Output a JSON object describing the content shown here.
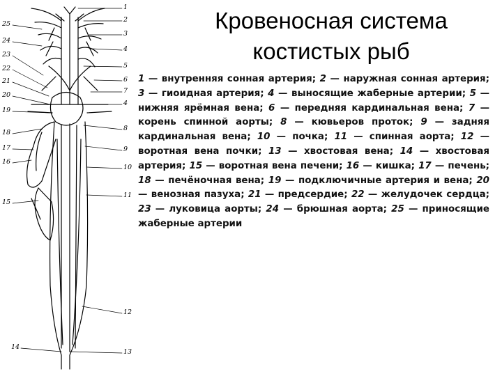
{
  "title": {
    "line1": "Кровеносная система",
    "line2": "костистых рыб"
  },
  "caption": {
    "items": [
      {
        "num": "1",
        "text": "внутренняя сонная артерия;"
      },
      {
        "num": "2",
        "text": "наружная сонная артерия;"
      },
      {
        "num": "3",
        "text": "гиоидная артерия;"
      },
      {
        "num": "4",
        "text": "выносящие жаберные артерии;"
      },
      {
        "num": "5",
        "text": "нижняя ярёмная вена;"
      },
      {
        "num": "6",
        "text": "передняя кардинальная вена;"
      },
      {
        "num": "7",
        "text": "корень спинной аорты;"
      },
      {
        "num": "8",
        "text": "кювьеров проток;"
      },
      {
        "num": "9",
        "text": "задняя кардинальная вена;"
      },
      {
        "num": "10",
        "text": "почка;"
      },
      {
        "num": "11",
        "text": "спинная аорта;"
      },
      {
        "num": "12",
        "text": "воротная вена почки;"
      },
      {
        "num": "13",
        "text": "хвостовая вена;"
      },
      {
        "num": "14",
        "text": "хвостовая артерия;"
      },
      {
        "num": "15",
        "text": "воротная вена печени;"
      },
      {
        "num": "16",
        "text": "кишка;"
      },
      {
        "num": "17",
        "text": "печень;"
      },
      {
        "num": "18",
        "text": "печёночная вена;"
      },
      {
        "num": "19",
        "text": "подключичные артерия и вена;"
      },
      {
        "num": "20",
        "text": "венозная пазуха;"
      },
      {
        "num": "21",
        "text": "предсердие;"
      },
      {
        "num": "22",
        "text": "желудочек сердца;"
      },
      {
        "num": "23",
        "text": "луковица аорты;"
      },
      {
        "num": "24",
        "text": "брюшная аорта;"
      },
      {
        "num": "25",
        "text": "приносящие жаберные артерии"
      }
    ]
  },
  "figure_labels": {
    "right": [
      "1",
      "2",
      "3",
      "4",
      "5",
      "6",
      "7",
      "4",
      "8",
      "9",
      "10",
      "11",
      "12",
      "13"
    ],
    "left": [
      "25",
      "24",
      "23",
      "22",
      "21",
      "20",
      "19",
      "18",
      "17",
      "16",
      "15",
      "14"
    ]
  }
}
